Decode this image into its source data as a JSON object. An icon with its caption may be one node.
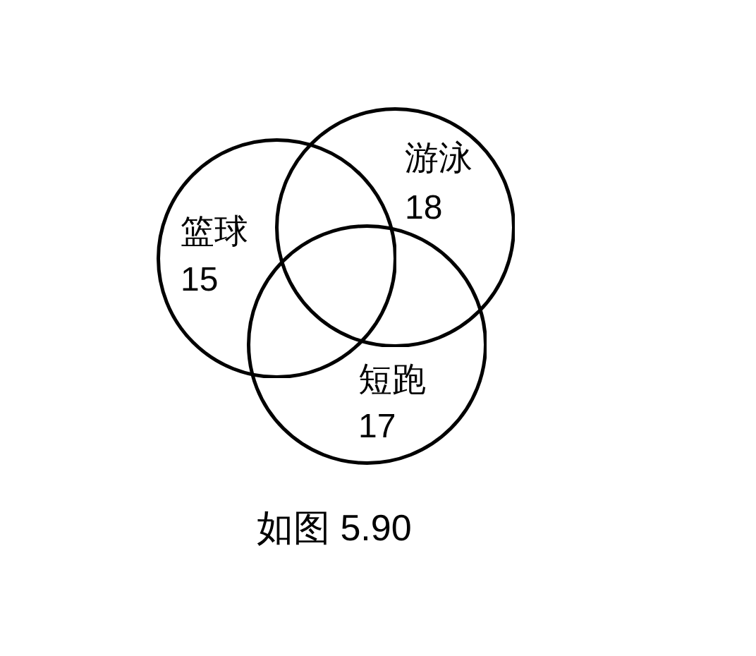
{
  "diagram": {
    "caption": "如图 5.90",
    "nodes": [
      {
        "text": [
          "篮球",
          "15"
        ]
      },
      {
        "text": [
          "游泳",
          "18"
        ]
      },
      {
        "text": [
          "短跑",
          "17"
        ]
      }
    ]
  }
}
